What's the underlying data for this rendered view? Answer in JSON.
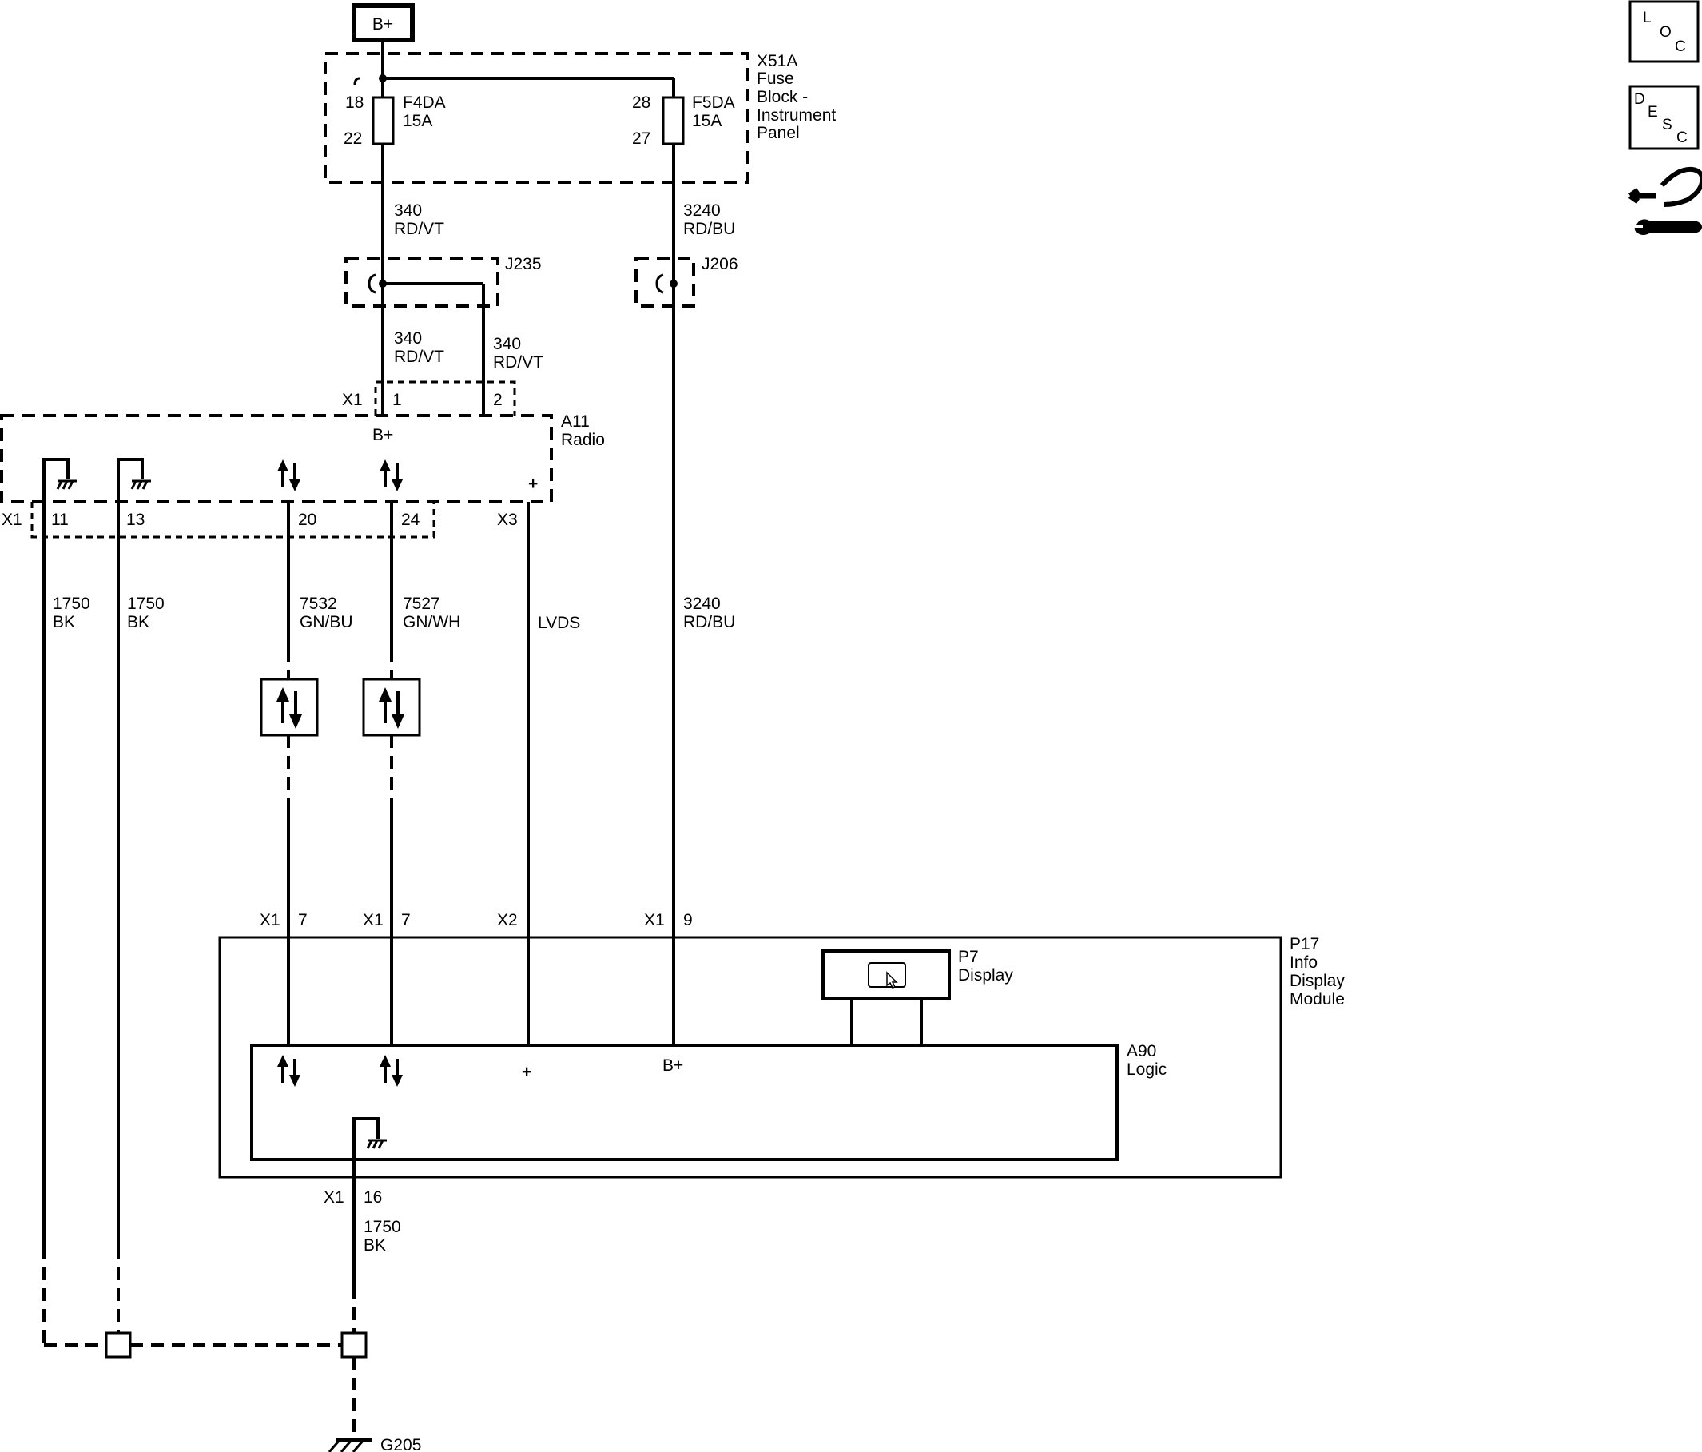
{
  "power": {
    "b_plus": "B+"
  },
  "fuse_block": {
    "id": "X51A",
    "name": [
      "Fuse",
      "Block -",
      "Instrument",
      "Panel"
    ],
    "fuse_left": {
      "name": "F4DA",
      "rating": "15A",
      "pin_in": "18",
      "pin_out": "22"
    },
    "fuse_right": {
      "name": "F5DA",
      "rating": "15A",
      "pin_in": "28",
      "pin_out": "27"
    }
  },
  "wires": {
    "w340_top": {
      "num": "340",
      "color": "RD/VT"
    },
    "w3240_top": {
      "num": "3240",
      "color": "RD/BU"
    },
    "w340_a": {
      "num": "340",
      "color": "RD/VT"
    },
    "w340_b": {
      "num": "340",
      "color": "RD/VT"
    },
    "w1750_a": {
      "num": "1750",
      "color": "BK"
    },
    "w1750_b": {
      "num": "1750",
      "color": "BK"
    },
    "w7532": {
      "num": "7532",
      "color": "GN/BU"
    },
    "w7527": {
      "num": "7527",
      "color": "GN/WH"
    },
    "lvds": "LVDS",
    "w3240_bottom": {
      "num": "3240",
      "color": "RD/BU"
    },
    "w1750_c": {
      "num": "1750",
      "color": "BK"
    }
  },
  "splices": {
    "left": "J235",
    "right": "J206"
  },
  "radio": {
    "id": "A11",
    "name": "Radio",
    "b_plus": "B+",
    "top_connector": "X1",
    "top_pins": [
      "1",
      "2"
    ],
    "bottom_connector": "X1",
    "bottom_pins": [
      "11",
      "13",
      "20",
      "24"
    ],
    "x3": "X3",
    "plus": "+"
  },
  "module": {
    "id": "P17",
    "name": [
      "Info",
      "Display",
      "Module"
    ],
    "connectors": [
      {
        "conn": "X1",
        "pin": "7"
      },
      {
        "conn": "X1",
        "pin": "7"
      },
      {
        "conn": "X2",
        "pin": ""
      },
      {
        "conn": "X1",
        "pin": "9"
      }
    ],
    "display": {
      "id": "P7",
      "name": "Display"
    },
    "logic": {
      "id": "A90",
      "name": "Logic",
      "b_plus": "B+",
      "plus": "+"
    },
    "ground_conn": "X1",
    "ground_pin": "16"
  },
  "ground": "G205",
  "side_icons": {
    "loc": [
      "L",
      "O",
      "C"
    ],
    "desc": [
      "D",
      "E",
      "S",
      "C"
    ],
    "tool": "wrench-hand-icon"
  }
}
